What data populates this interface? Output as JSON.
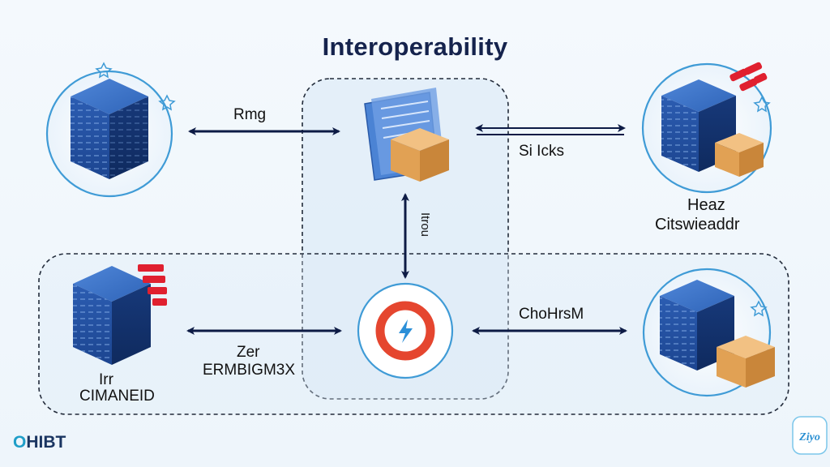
{
  "title": "Interoperability",
  "labels": {
    "top_left_arrow": "Rmg",
    "top_right_arrow": "Si Icks",
    "vertical_arrow": "Itrou",
    "bottom_right_arrow": "ChoHrsM",
    "bottom_left_arrow_line1": "Zer",
    "bottom_left_arrow_line2": "ERMBIGM3X",
    "top_right_node_line1": "Heaz",
    "top_right_node_line2": "Citswieaddr",
    "bottom_left_node_line1": "Irr",
    "bottom_left_node_line2": "CIMANEID"
  },
  "brand": {
    "prefix": "O",
    "rest": "HIBT"
  },
  "badge_text": "Ziyo",
  "icons": {
    "center_top": "document-box-icon",
    "center_bottom": "lightning-ring-icon",
    "nodes": "blockchain-cube-icon"
  },
  "colors": {
    "accent": "#2f95d6",
    "navy": "#15234d",
    "cube_blue": "#2b5fb0",
    "cube_dark": "#123a78",
    "box_tan": "#e7a95a",
    "ring_red": "#e5462f",
    "highlight_red": "#e0202f"
  }
}
